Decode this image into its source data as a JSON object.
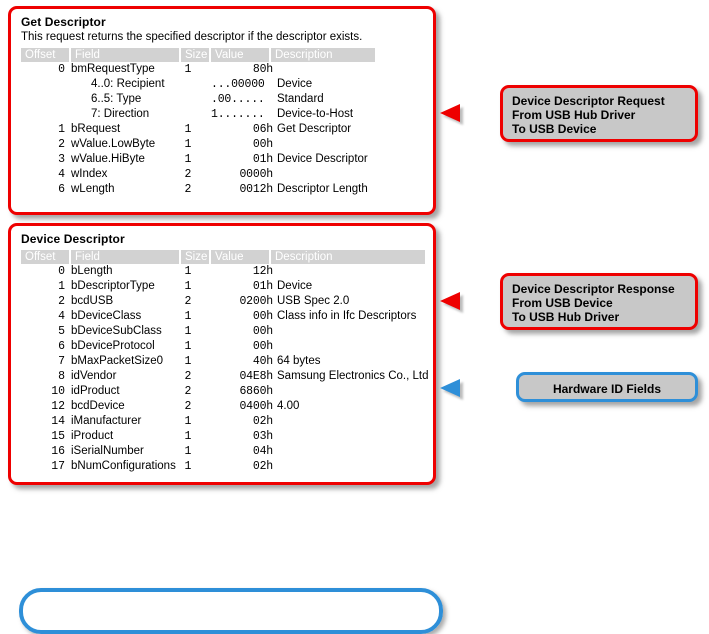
{
  "panels": {
    "get_descriptor": {
      "title": "Get Descriptor",
      "subtitle": "This request returns the specified descriptor if the descriptor exists.",
      "columns": [
        "Offset",
        "Field",
        "Size",
        "Value",
        "Description"
      ],
      "rows": [
        {
          "offset": "0",
          "field": "bmRequestType",
          "size": "1",
          "value": "80h",
          "desc": "",
          "indent": false,
          "bits": false
        },
        {
          "offset": "",
          "field": "4..0: Recipient",
          "size": "",
          "value": "...00000",
          "desc": "Device",
          "indent": true,
          "bits": true
        },
        {
          "offset": "",
          "field": "6..5: Type",
          "size": "",
          "value": ".00.....",
          "desc": "Standard",
          "indent": true,
          "bits": true
        },
        {
          "offset": "",
          "field": "7: Direction",
          "size": "",
          "value": "1.......",
          "desc": "Device-to-Host",
          "indent": true,
          "bits": true
        },
        {
          "offset": "1",
          "field": "bRequest",
          "size": "1",
          "value": "06h",
          "desc": "Get Descriptor",
          "indent": false,
          "bits": false
        },
        {
          "offset": "2",
          "field": "wValue.LowByte",
          "size": "1",
          "value": "00h",
          "desc": "",
          "indent": false,
          "bits": false
        },
        {
          "offset": "3",
          "field": "wValue.HiByte",
          "size": "1",
          "value": "01h",
          "desc": "Device Descriptor",
          "indent": false,
          "bits": false
        },
        {
          "offset": "4",
          "field": "wIndex",
          "size": "2",
          "value": "0000h",
          "desc": "",
          "indent": false,
          "bits": false
        },
        {
          "offset": "6",
          "field": "wLength",
          "size": "2",
          "value": "0012h",
          "desc": "Descriptor Length",
          "indent": false,
          "bits": false
        }
      ]
    },
    "device_descriptor": {
      "title": "Device Descriptor",
      "columns": [
        "Offset",
        "Field",
        "Size",
        "Value",
        "Description"
      ],
      "rows": [
        {
          "offset": "0",
          "field": "bLength",
          "size": "1",
          "value": "12h",
          "desc": ""
        },
        {
          "offset": "1",
          "field": "bDescriptorType",
          "size": "1",
          "value": "01h",
          "desc": "Device"
        },
        {
          "offset": "2",
          "field": "bcdUSB",
          "size": "2",
          "value": "0200h",
          "desc": "USB Spec 2.0"
        },
        {
          "offset": "4",
          "field": "bDeviceClass",
          "size": "1",
          "value": "00h",
          "desc": "Class info in Ifc Descriptors"
        },
        {
          "offset": "5",
          "field": "bDeviceSubClass",
          "size": "1",
          "value": "00h",
          "desc": ""
        },
        {
          "offset": "6",
          "field": "bDeviceProtocol",
          "size": "1",
          "value": "00h",
          "desc": ""
        },
        {
          "offset": "7",
          "field": "bMaxPacketSize0",
          "size": "1",
          "value": "40h",
          "desc": "64 bytes"
        },
        {
          "offset": "8",
          "field": "idVendor",
          "size": "2",
          "value": "04E8h",
          "desc": "Samsung Electronics Co., Ltd"
        },
        {
          "offset": "10",
          "field": "idProduct",
          "size": "2",
          "value": "6860h",
          "desc": ""
        },
        {
          "offset": "12",
          "field": "bcdDevice",
          "size": "2",
          "value": "0400h",
          "desc": "4.00"
        },
        {
          "offset": "14",
          "field": "iManufacturer",
          "size": "1",
          "value": "02h",
          "desc": ""
        },
        {
          "offset": "15",
          "field": "iProduct",
          "size": "1",
          "value": "03h",
          "desc": ""
        },
        {
          "offset": "16",
          "field": "iSerialNumber",
          "size": "1",
          "value": "04h",
          "desc": ""
        },
        {
          "offset": "17",
          "field": "bNumConfigurations",
          "size": "1",
          "value": "02h",
          "desc": ""
        }
      ]
    }
  },
  "callouts": {
    "request": "Device Descriptor Request\nFrom USB Hub Driver\nTo USB Device",
    "response": "Device Descriptor Response\nFrom USB Device\nTo USB Hub Driver",
    "hardware_id": "Hardware ID Fields"
  },
  "colors": {
    "panel_border_red": "#ee0000",
    "highlight_blue": "#2e8fd8",
    "callout_fill": "#c8c8c8",
    "header_fill": "#d2d2d2",
    "page_background": "#ffffff"
  }
}
